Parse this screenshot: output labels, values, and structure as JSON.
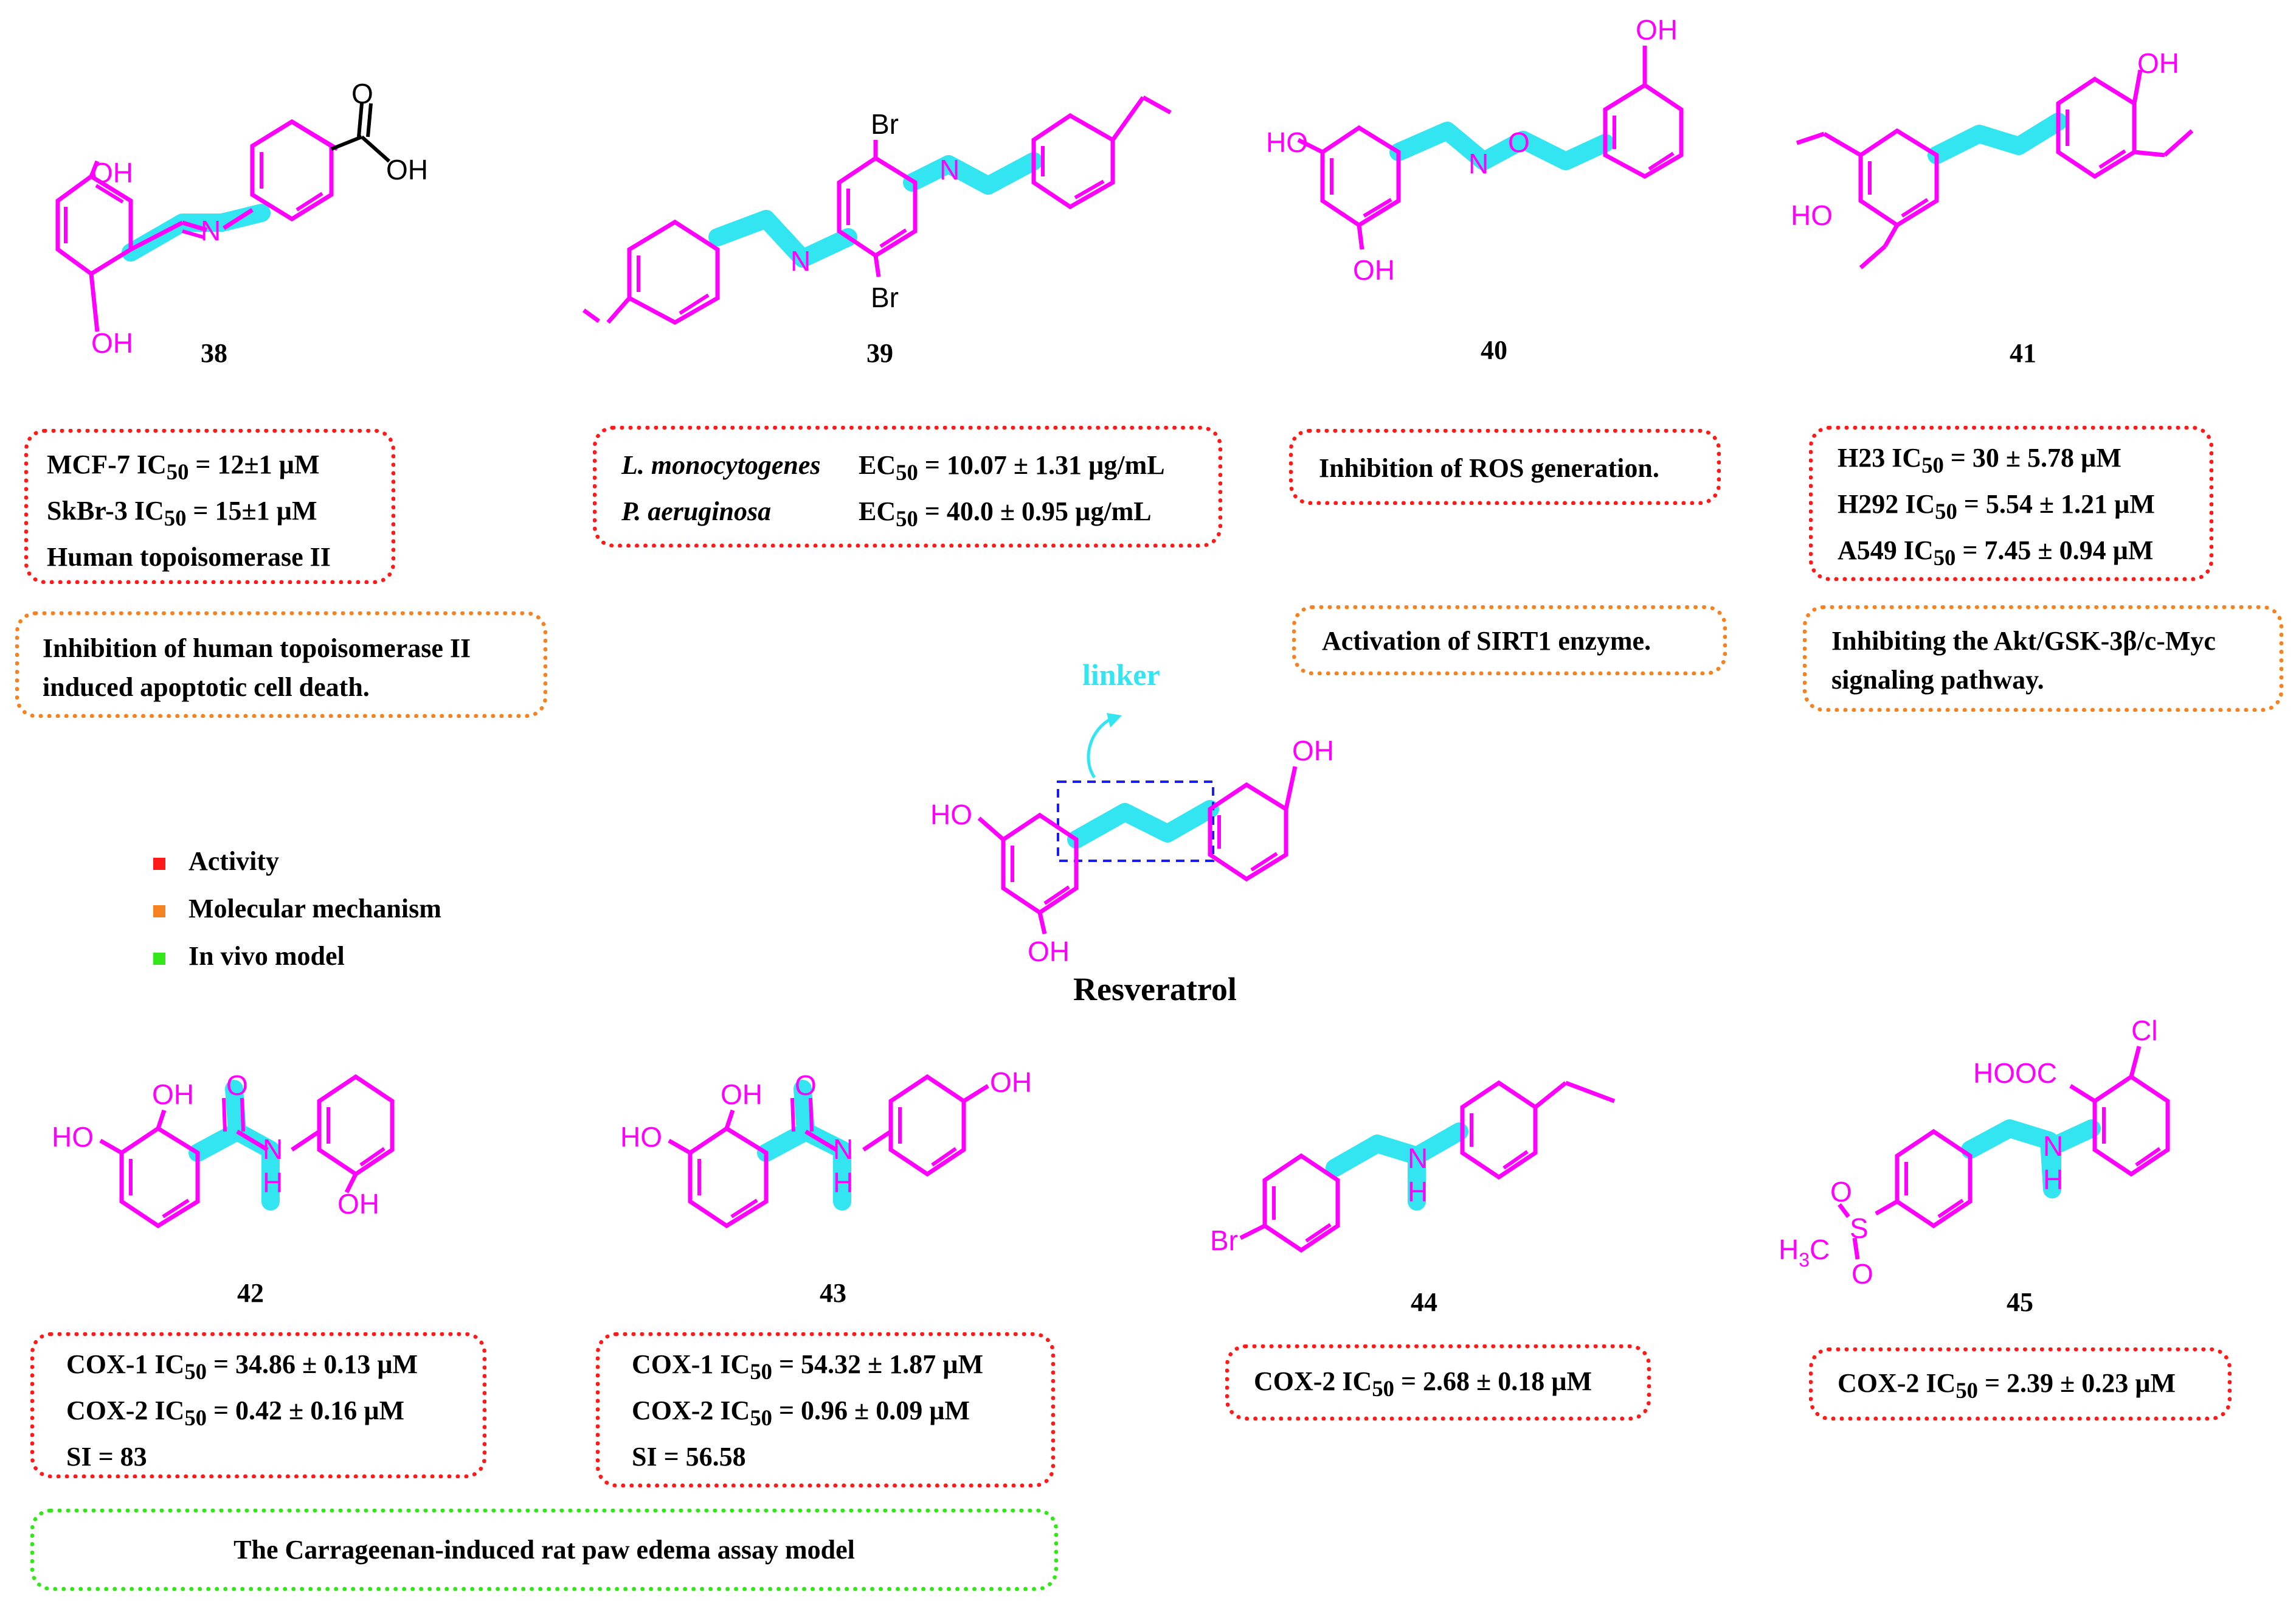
{
  "colors": {
    "molecule": "#ff00ff",
    "linker_highlight": "#33e5f0",
    "activity": "#ff1a1a",
    "mechanism": "#f58220",
    "in_vivo": "#33e61a",
    "resveratrol_box": "#1a1aff"
  },
  "compounds": {
    "c38": {
      "number": "38",
      "activity": [
        {
          "prefix": "MCF-7  IC",
          "sub": "50",
          "suffix": " = 12±1 µM"
        },
        {
          "prefix": "SkBr-3  IC",
          "sub": "50",
          "suffix": " = 15±1 µM"
        },
        {
          "prefix": "Human topoisomerase II",
          "sub": "",
          "suffix": ""
        }
      ],
      "mechanism": [
        "Inhibition of human topoisomerase II",
        "induced apoptotic cell death."
      ]
    },
    "c39": {
      "number": "39",
      "activity": [
        {
          "organism": "L. monocytogenes",
          "prefix": "EC",
          "sub": "50",
          "suffix": " = 10.07 ± 1.31 µg/mL"
        },
        {
          "organism": "P. aeruginosa",
          "prefix": "EC",
          "sub": "50",
          "suffix": " = 40.0 ± 0.95 µg/mL"
        }
      ]
    },
    "c40": {
      "number": "40",
      "activity": [
        "Inhibition of ROS generation."
      ],
      "mechanism": [
        "Activation of SIRT1 enzyme."
      ]
    },
    "c41": {
      "number": "41",
      "activity": [
        {
          "prefix": "H23 IC",
          "sub": "50",
          "suffix": " = 30 ± 5.78 µM"
        },
        {
          "prefix": "H292 IC",
          "sub": "50",
          "suffix": " = 5.54 ± 1.21 µM"
        },
        {
          "prefix": "A549 IC",
          "sub": "50",
          "suffix": " = 7.45 ± 0.94 µM"
        }
      ],
      "mechanism": [
        "Inhibiting the Akt/GSK-3β/c-Myc",
        "signaling pathway."
      ]
    },
    "c42": {
      "number": "42",
      "activity": [
        {
          "prefix": "COX-1 IC",
          "sub": "50",
          "suffix": " = 34.86 ± 0.13 µM"
        },
        {
          "prefix": "COX-2 IC",
          "sub": "50",
          "suffix": " = 0.42 ± 0.16 µM"
        },
        {
          "prefix": "SI = 83",
          "sub": "",
          "suffix": ""
        }
      ]
    },
    "c43": {
      "number": "43",
      "activity": [
        {
          "prefix": "COX-1 IC",
          "sub": "50",
          "suffix": " = 54.32 ± 1.87 µM"
        },
        {
          "prefix": "COX-2 IC",
          "sub": "50",
          "suffix": " = 0.96 ± 0.09 µM"
        },
        {
          "prefix": "SI = 56.58",
          "sub": "",
          "suffix": ""
        }
      ]
    },
    "c44": {
      "number": "44",
      "activity": [
        {
          "prefix": "COX-2 IC",
          "sub": "50",
          "suffix": " = 2.68 ± 0.18 µM"
        }
      ]
    },
    "c45": {
      "number": "45",
      "activity": [
        {
          "prefix": "COX-2 IC",
          "sub": "50",
          "suffix": " = 2.39 ± 0.23 µM"
        }
      ]
    }
  },
  "in_vivo": "The Carrageenan-induced rat paw edema assay model",
  "legend": [
    "Activity",
    "Molecular mechanism",
    "In vivo model"
  ],
  "center": {
    "title": "Resveratrol",
    "linker_label": "linker"
  },
  "atom_labels": {
    "c38": [
      "OH",
      "OH",
      "O",
      "OH",
      "N"
    ],
    "c39": [
      "Br",
      "Br",
      "N",
      "N"
    ],
    "c40": [
      "HO",
      "OH",
      "OH",
      "N",
      "O"
    ],
    "c41": [
      "OH",
      "HO"
    ],
    "res": [
      "HO",
      "OH",
      "OH"
    ],
    "c42": [
      "OH",
      "HO",
      "O",
      "N",
      "H",
      "OH"
    ],
    "c43": [
      "OH",
      "HO",
      "O",
      "N",
      "H",
      "OH"
    ],
    "c44": [
      "Br",
      "N",
      "H"
    ],
    "c45": [
      "HOOC",
      "Cl",
      "N",
      "H",
      "S",
      "O",
      "O"
    ],
    "h3c": {
      "h": "H",
      "sub": "3",
      "c": "C"
    }
  }
}
